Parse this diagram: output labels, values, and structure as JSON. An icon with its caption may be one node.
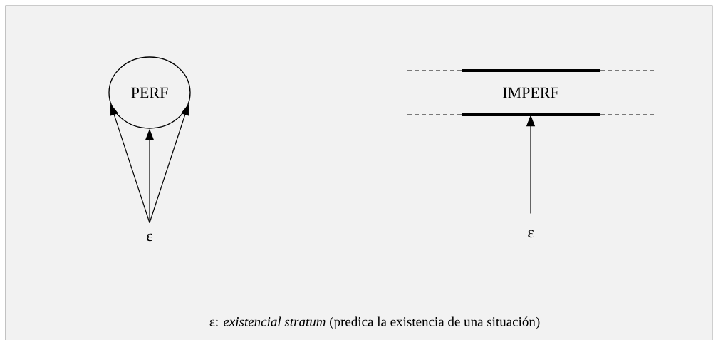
{
  "diagram": {
    "nodes": [
      {
        "text": [
          "PERF"
        ]
      },
      {
        "text": [
          "ε"
        ]
      },
      {
        "text": [
          "IMPERF"
        ]
      },
      {
        "text": [
          "ε"
        ]
      }
    ],
    "edges": [
      {
        "from": 1,
        "to": 0,
        "arrow": "to"
      },
      {
        "from": 1,
        "to": 0,
        "arrow": "to"
      },
      {
        "from": 1,
        "to": 0,
        "arrow": "to"
      },
      {
        "from": 3,
        "to": 2,
        "arrow": "to"
      }
    ],
    "labels": [
      "ε: *existencial stratum* (predica la existencia de una situación)"
    ]
  }
}
